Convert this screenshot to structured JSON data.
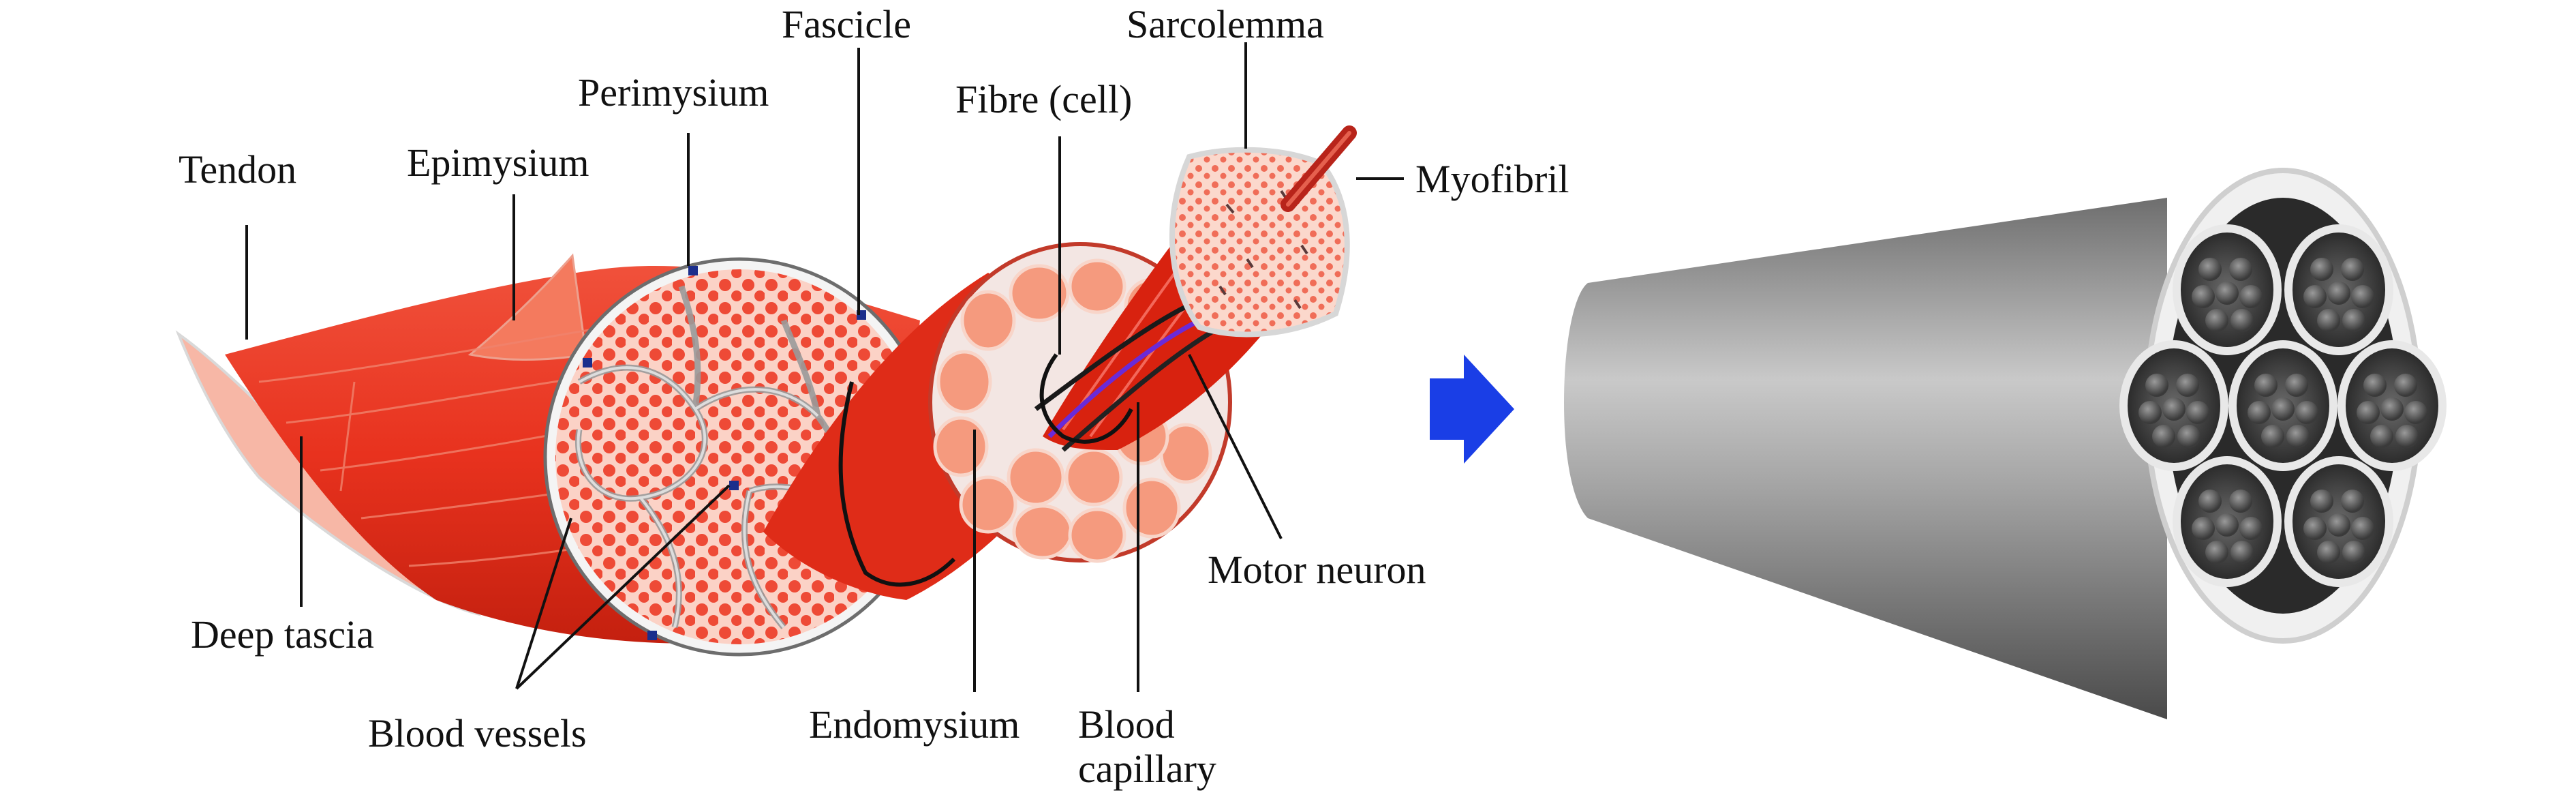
{
  "labels": {
    "tendon": "Tendon",
    "epimysium": "Epimysium",
    "perimysium": "Perimysium",
    "fascicle": "Fascicle",
    "fibre": "Fibre (cell)",
    "sarcolemma": "Sarcolemma",
    "myofibril": "Myofibril",
    "motor_neuron": "Motor neuron",
    "deep_fascia": "Deep tascia",
    "blood_vessels": "Blood vessels",
    "endomysium": "Endomysium",
    "blood_capillary_line1": "Blood",
    "blood_capillary_line2": "capillary"
  },
  "icons": {
    "arrow": "right-arrow-icon"
  },
  "colors": {
    "muscle": "#e8321e",
    "muscle_dark": "#b51e12",
    "fiber_pink": "#f59a86",
    "fiber_light": "#fbd2c6",
    "sheath": "#c9c9c9",
    "arrow_blue": "#1a3ee6",
    "tube_dark": "#5a5a5a",
    "tube_light": "#b8b8b8"
  }
}
